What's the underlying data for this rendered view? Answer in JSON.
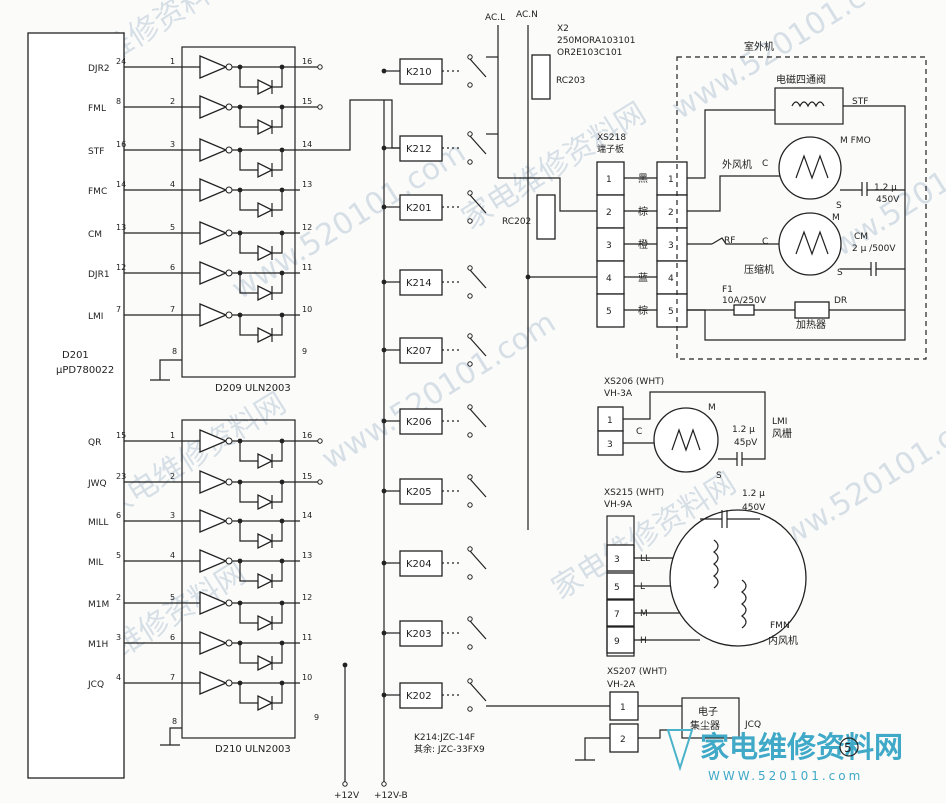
{
  "mcu": {
    "ref": "D201",
    "part": "μPD780022",
    "pins_top": [
      {
        "name": "DJR2",
        "pin": "24"
      },
      {
        "name": "FML",
        "pin": "8"
      },
      {
        "name": "STF",
        "pin": "16"
      },
      {
        "name": "FMC",
        "pin": "14"
      },
      {
        "name": "CM",
        "pin": "13"
      },
      {
        "name": "DJR1",
        "pin": "12"
      },
      {
        "name": "LMI",
        "pin": "7"
      }
    ],
    "pins_bottom": [
      {
        "name": "QR",
        "pin": "15"
      },
      {
        "name": "JWQ",
        "pin": "23"
      },
      {
        "name": "MILL",
        "pin": "6"
      },
      {
        "name": "MIL",
        "pin": "5"
      },
      {
        "name": "M1M",
        "pin": "2"
      },
      {
        "name": "M1H",
        "pin": "3"
      },
      {
        "name": "JCQ",
        "pin": "4"
      }
    ]
  },
  "drivers": [
    {
      "label": "D209 ULN2003",
      "in_pins": [
        "1",
        "2",
        "3",
        "4",
        "5",
        "6",
        "7"
      ],
      "out_pins": [
        "16",
        "15",
        "14",
        "13",
        "12",
        "11",
        "10"
      ],
      "gnd_pin": "8",
      "com_pin": "9"
    },
    {
      "label": "D210 ULN2003",
      "in_pins": [
        "1",
        "2",
        "3",
        "4",
        "5",
        "6",
        "7"
      ],
      "out_pins": [
        "16",
        "15",
        "14",
        "13",
        "12",
        "11",
        "10"
      ],
      "gnd_pin": "8",
      "com_pin": "9"
    }
  ],
  "relays": [
    "K210",
    "K212",
    "K201",
    "K214",
    "K207",
    "K206",
    "K205",
    "K204",
    "K203",
    "K202"
  ],
  "relay_note": {
    "line1": "K214:JZC-14F",
    "line2": "其余: JZC-33FX9"
  },
  "power": {
    "v12": "+12V",
    "v12b": "+12V-B",
    "acl": "AC.L",
    "acn": "AC.N"
  },
  "x2": {
    "ref": "X2",
    "line1": "250MORA103101",
    "line2": "OR2E103C101"
  },
  "rc203": "RC203",
  "rc202": "RC202",
  "xs218": {
    "ref": "XS218",
    "sub": "端子板",
    "pins": [
      "1",
      "2",
      "3",
      "4",
      "5"
    ],
    "colors": [
      "黑",
      "棕",
      "橙",
      "蓝",
      "棕"
    ]
  },
  "outdoor": {
    "title": "室外机",
    "valve": "电磁四通阀",
    "stf": "STF",
    "fan_motor": "外风机",
    "fmo": "M FMO",
    "fan_cap": "1.2 μ",
    "fan_cap_v": "450V",
    "compressor": "压缩机",
    "cm": "CM",
    "cm_cap": "2 μ /500V",
    "rf": "RF",
    "fuse": "F1",
    "fuse_val": "10A/250V",
    "dr": "DR",
    "heater": "加热器",
    "c": "C",
    "s": "S",
    "m": "M"
  },
  "xs206": {
    "ref": "XS206 (WHT)",
    "type": "VH-3A",
    "pins": [
      "1",
      "3"
    ],
    "c": "C",
    "m": "M",
    "s": "S",
    "cap": "1.2 μ",
    "cap_v": "45pV",
    "lmi": "LMI",
    "lmi_cn": "风栅"
  },
  "xs215": {
    "ref": "XS215 (WHT)",
    "type": "VH-9A",
    "pins": [
      "3",
      "5",
      "7",
      "9"
    ],
    "taps": [
      "LL",
      "L",
      "M",
      "H"
    ],
    "cap": "1.2 μ",
    "cap_v": "450V",
    "fmn": "FMN",
    "fmn_cn": "内风机"
  },
  "xs207": {
    "ref": "XS207 (WHT)",
    "type": "VH-2A",
    "pins": [
      "1",
      "2"
    ],
    "box1": "电子",
    "box2": "集尘器",
    "jcq": "JCQ"
  },
  "watermark": {
    "brand": "家电维修资料网",
    "url": "www.520101.com",
    "url_bottom": "WWW.520101.com",
    "page": "5"
  }
}
